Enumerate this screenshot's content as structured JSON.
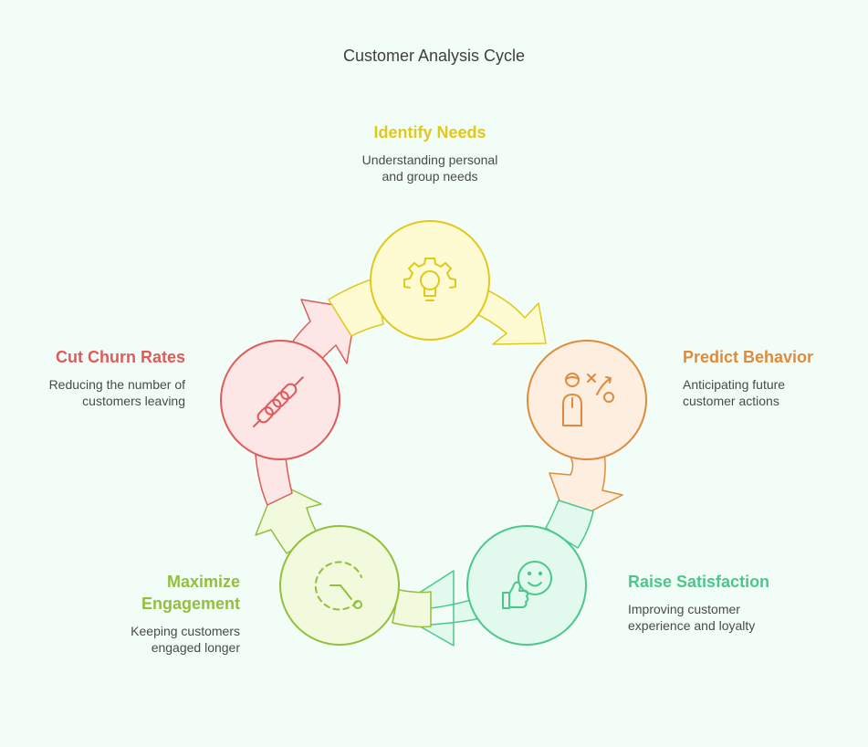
{
  "title": "Customer Analysis Cycle",
  "steps": [
    {
      "heading": "Identify Needs",
      "description": [
        "Understanding personal",
        "and group needs"
      ],
      "color": "#e0c91a",
      "fill": "#fefbd2",
      "icon": "lightbulb-gear-icon"
    },
    {
      "heading": "Predict Behavior",
      "description": [
        "Anticipating future",
        "customer actions"
      ],
      "color": "#e08a3c",
      "fill": "#fdeedf",
      "icon": "strategy-person-icon"
    },
    {
      "heading": "Raise Satisfaction",
      "description": [
        "Improving customer",
        "experience and loyalty"
      ],
      "color": "#4cc78b",
      "fill": "#e2faee",
      "icon": "thumbs-up-smiley-icon"
    },
    {
      "heading": "Maximize",
      "heading2": "Engagement",
      "description": [
        "Keeping customers",
        "engaged longer"
      ],
      "color": "#92bf3c",
      "fill": "#f1fadd",
      "icon": "timer-icon"
    },
    {
      "heading": "Cut Churn Rates",
      "description": [
        "Reducing the number of",
        "customers leaving"
      ],
      "color": "#e05a5a",
      "fill": "#fde6e6",
      "icon": "chain-link-icon"
    }
  ]
}
